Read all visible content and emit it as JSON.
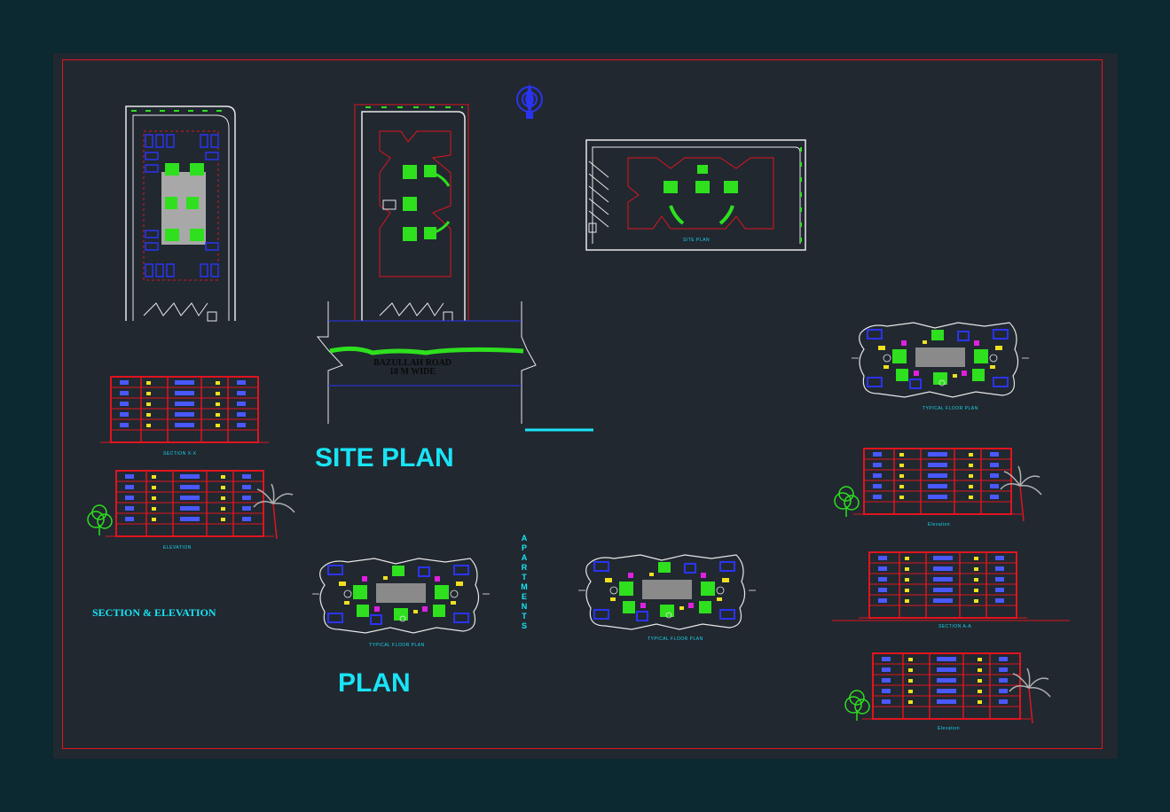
{
  "titles": {
    "site_plan": "SITE PLAN",
    "plan": "PLAN",
    "section_elevation": "SECTION & ELEVATION",
    "apartments": "APARTMENTS"
  },
  "road": {
    "line1": "BAZULLAH ROAD",
    "line2": "18 M WIDE"
  },
  "captions": {
    "section_xx": "SECTION X-X",
    "elevation": "ELEVATION",
    "typical_floor_plan": "TYPICAL FLOOR PLAN",
    "typical_floor_plan_2": "TYPICAL FLOOR PLAN",
    "site_plan_small": "SITE PLAN",
    "typical_floor_plan_right": "TYPICAL FLOOR PLAN",
    "elevation_right": "Elevation",
    "section_aa": "SECTION A-A",
    "elevation_right_2": "Elevation"
  },
  "colors": {
    "background": "#0c2830",
    "sheet": "#212830",
    "border": "#e0141e",
    "title_cyan": "#19e4f5",
    "wall_red": "#e0141e",
    "plant_green": "#2ee01e",
    "line_white": "#e8e8e8",
    "window_yellow": "#f0e020",
    "accent_blue": "#2a34f0",
    "accent_magenta": "#e020e0"
  },
  "icons": {
    "north": "north-arrow-icon",
    "tree": "tree-icon",
    "palm": "palm-tree-icon"
  }
}
